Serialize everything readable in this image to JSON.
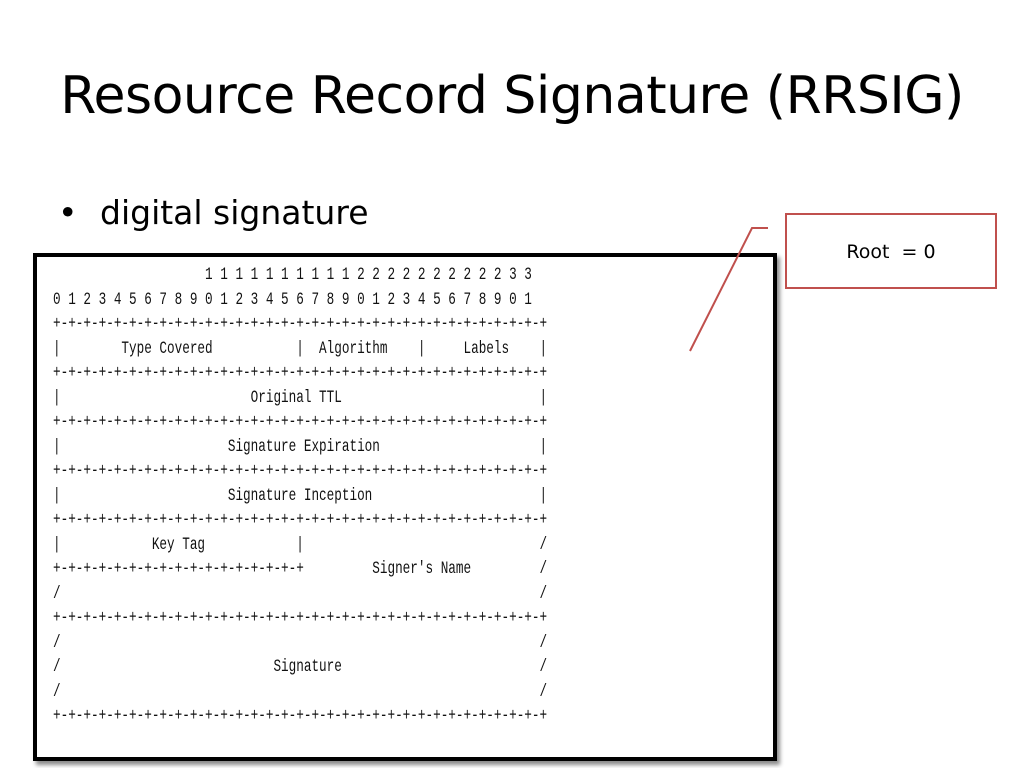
{
  "slide": {
    "title": "Resource Record Signature (RRSIG)",
    "bullet": {
      "symbol": "•",
      "text": "digital signature"
    }
  },
  "diagram": {
    "lines": [
      "                    1 1 1 1 1 1 1 1 1 1 2 2 2 2 2 2 2 2 2 2 3 3",
      "0 1 2 3 4 5 6 7 8 9 0 1 2 3 4 5 6 7 8 9 0 1 2 3 4 5 6 7 8 9 0 1",
      "+-+-+-+-+-+-+-+-+-+-+-+-+-+-+-+-+-+-+-+-+-+-+-+-+-+-+-+-+-+-+-+-+",
      "|        Type Covered           |  Algorithm    |     Labels    |",
      "+-+-+-+-+-+-+-+-+-+-+-+-+-+-+-+-+-+-+-+-+-+-+-+-+-+-+-+-+-+-+-+-+",
      "|                         Original TTL                          |",
      "+-+-+-+-+-+-+-+-+-+-+-+-+-+-+-+-+-+-+-+-+-+-+-+-+-+-+-+-+-+-+-+-+",
      "|                      Signature Expiration                     |",
      "+-+-+-+-+-+-+-+-+-+-+-+-+-+-+-+-+-+-+-+-+-+-+-+-+-+-+-+-+-+-+-+-+",
      "|                      Signature Inception                      |",
      "+-+-+-+-+-+-+-+-+-+-+-+-+-+-+-+-+-+-+-+-+-+-+-+-+-+-+-+-+-+-+-+-+",
      "|            Key Tag            |                               /",
      "+-+-+-+-+-+-+-+-+-+-+-+-+-+-+-+-+         Signer's Name         /",
      "/                                                               /",
      "+-+-+-+-+-+-+-+-+-+-+-+-+-+-+-+-+-+-+-+-+-+-+-+-+-+-+-+-+-+-+-+-+",
      "/                                                               /",
      "/                            Signature                          /",
      "/                                                               /",
      "+-+-+-+-+-+-+-+-+-+-+-+-+-+-+-+-+-+-+-+-+-+-+-+-+-+-+-+-+-+-+-+-+"
    ]
  },
  "callout": {
    "text": "Root  = 0",
    "border_color": "#c0504d",
    "leader_color": "#c0504d"
  }
}
